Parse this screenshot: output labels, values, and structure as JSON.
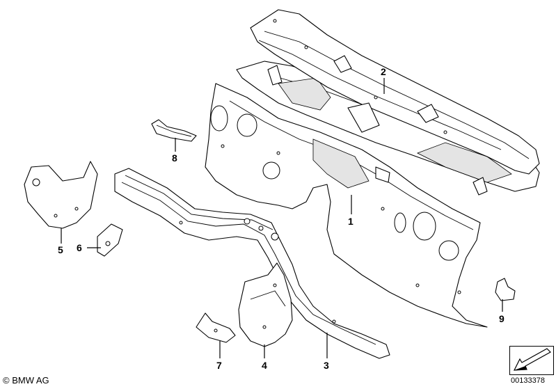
{
  "diagram": {
    "callouts": [
      {
        "id": "1",
        "label": "1"
      },
      {
        "id": "2",
        "label": "2"
      },
      {
        "id": "3",
        "label": "3"
      },
      {
        "id": "4",
        "label": "4"
      },
      {
        "id": "5",
        "label": "5"
      },
      {
        "id": "6",
        "label": "6"
      },
      {
        "id": "7",
        "label": "7"
      },
      {
        "id": "8",
        "label": "8"
      },
      {
        "id": "9",
        "label": "9"
      }
    ]
  },
  "footer": {
    "copyright": "© BMW AG",
    "image_number": "00133378"
  },
  "icons": {
    "orientation": "direction-arrow-icon"
  }
}
